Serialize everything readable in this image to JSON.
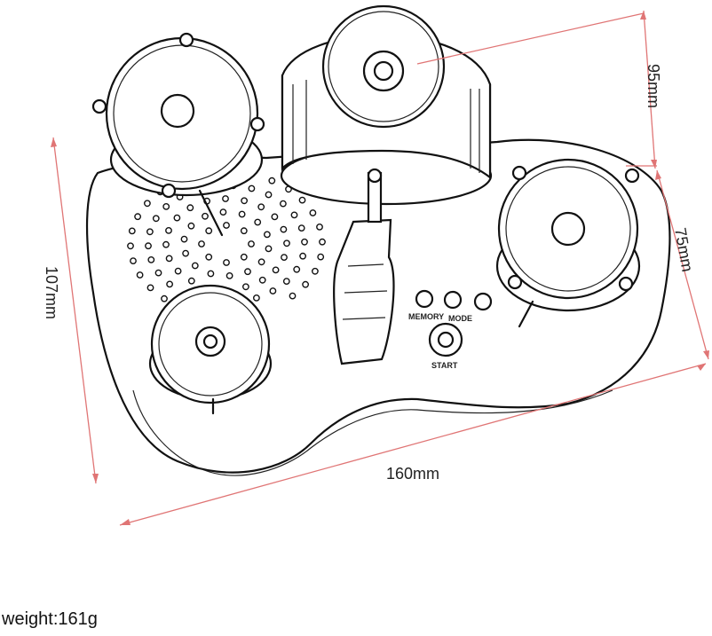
{
  "dimensions": {
    "width_label": "160mm",
    "depth_label": "107mm",
    "height_label": "95mm",
    "drum_label": "75mm"
  },
  "panel": {
    "memory_label": "MEMORY",
    "mode_label": "MODE",
    "start_label": "START"
  },
  "weight": "weight:161g",
  "colors": {
    "dimension_line": "#e07575",
    "ink": "#111111"
  }
}
